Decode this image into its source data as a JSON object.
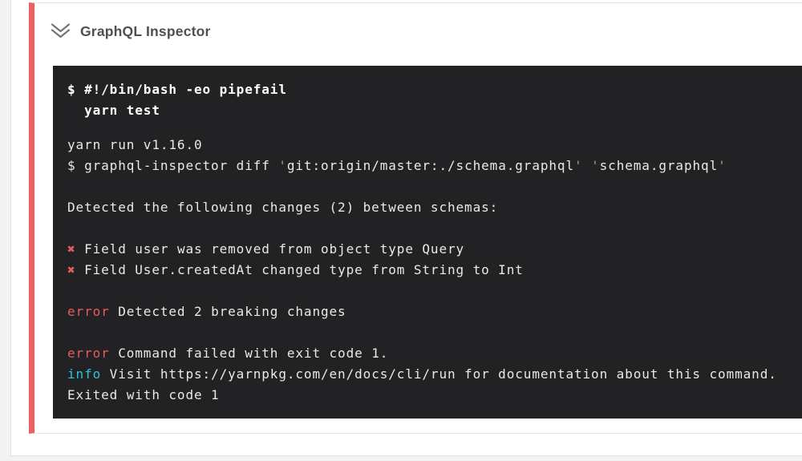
{
  "page": {
    "background": "#f2f2f2",
    "panel_background": "#ffffff",
    "panel_border": "#e3e3e3"
  },
  "card": {
    "accent_color": "#ee5f61",
    "border_color": "#e5e5e5",
    "header": {
      "title": "GraphQL Inspector",
      "title_color": "#4f4f4f",
      "icon": "double-chevron-down-icon",
      "icon_color": "#757575"
    }
  },
  "terminal": {
    "background": "#222123",
    "text_colors": {
      "plain": "#e9e9e7",
      "bold": "#ffffff",
      "error": "#e45c5c",
      "info": "#2bc3d9",
      "muted": "#9b9b97"
    },
    "command_lines": [
      "$ #!/bin/bash -eo pipefail",
      "  yarn test"
    ],
    "lines": [
      [
        {
          "t": "yarn run v1.16.0",
          "c": "plain"
        }
      ],
      [
        {
          "t": "$ graphql-inspector diff ",
          "c": "plain"
        },
        {
          "t": "'",
          "c": "muted"
        },
        {
          "t": "git:origin/master:./schema.graphql",
          "c": "plain"
        },
        {
          "t": "'",
          "c": "muted"
        },
        {
          "t": " ",
          "c": "plain"
        },
        {
          "t": "'",
          "c": "muted"
        },
        {
          "t": "schema.graphql",
          "c": "plain"
        },
        {
          "t": "'",
          "c": "muted"
        }
      ],
      [],
      [
        {
          "t": "Detected the following changes (2) between schemas:",
          "c": "plain"
        }
      ],
      [],
      [
        {
          "t": "✖",
          "c": "error"
        },
        {
          "t": " Field user was removed from object type Query",
          "c": "plain"
        }
      ],
      [
        {
          "t": "✖",
          "c": "error"
        },
        {
          "t": " Field User.createdAt changed type from String to Int",
          "c": "plain"
        }
      ],
      [],
      [
        {
          "t": "error",
          "c": "error"
        },
        {
          "t": " Detected 2 breaking changes",
          "c": "plain"
        }
      ],
      [],
      [
        {
          "t": "error",
          "c": "error"
        },
        {
          "t": " Command failed with exit code 1.",
          "c": "plain"
        }
      ],
      [
        {
          "t": "info",
          "c": "info"
        },
        {
          "t": " Visit https://yarnpkg.com/en/docs/cli/run for documentation about this command.",
          "c": "plain"
        }
      ],
      [
        {
          "t": "Exited with code 1",
          "c": "plain"
        }
      ]
    ]
  }
}
